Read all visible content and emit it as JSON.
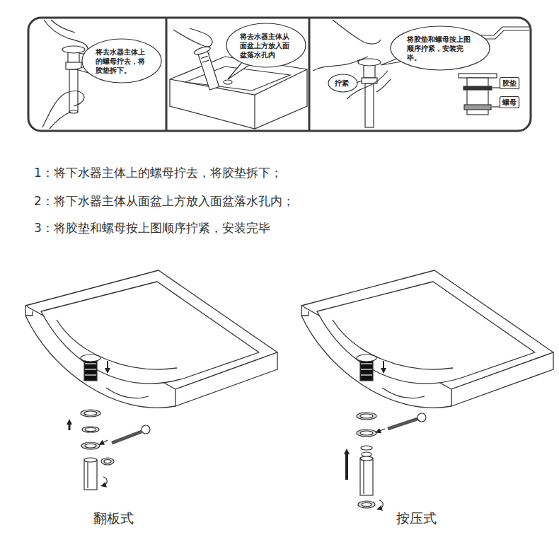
{
  "diagram": {
    "nodes": [
      {
        "text": [
          "将去水器主体上 的螺母拧去，将 胶垫拆下。"
        ]
      },
      {
        "text": [
          "将去水器主体从 面盆上方放入面 盆落水孔内"
        ]
      },
      {
        "text": [
          "将胶垫和螺母按上图 顺序拧紧，安装完毕。"
        ]
      },
      {
        "text": [
          "拧紧"
        ]
      },
      {
        "text": [
          "胶垫"
        ]
      },
      {
        "text": [
          "螺母"
        ]
      }
    ],
    "labels": [
      "1：将下水器主体上的螺母拧去，将胶垫拆下；",
      "2：将下水器主体从面盆上方放入面盆落水孔内；",
      "3：将胶垫和螺母按上图顺序拧紧，安装完毕",
      "翻板式",
      "按压式"
    ]
  }
}
